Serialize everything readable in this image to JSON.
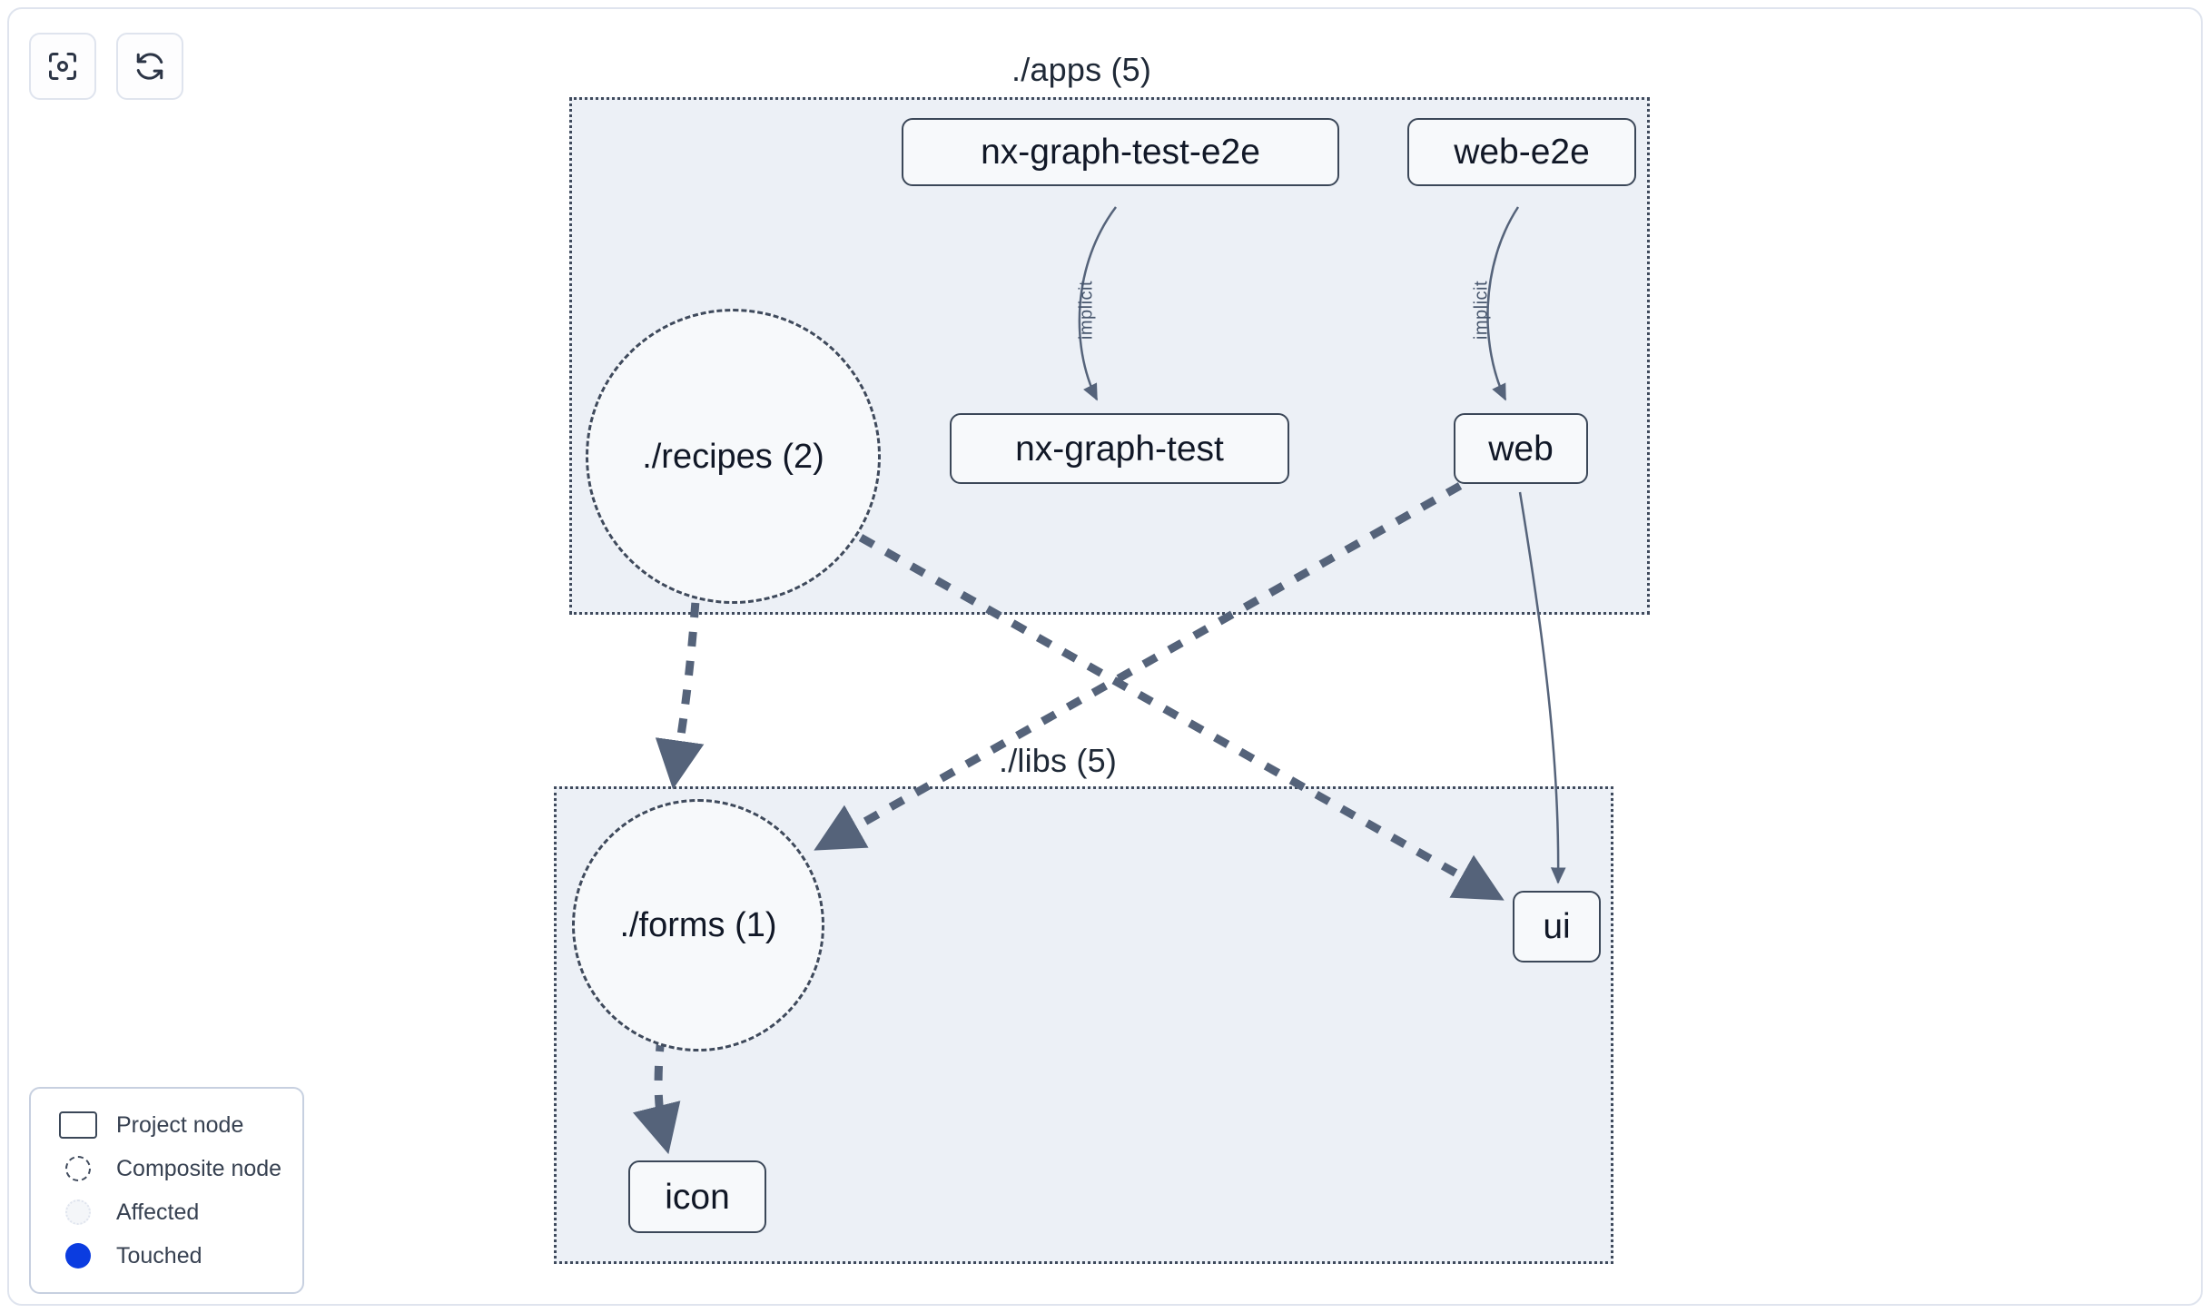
{
  "toolbar": {
    "buttons": [
      {
        "name": "focus-graph-button",
        "icon": "focus-target-icon",
        "label": ""
      },
      {
        "name": "refresh-graph-button",
        "icon": "refresh-icon",
        "label": ""
      }
    ]
  },
  "graph": {
    "groups": [
      {
        "id": "apps",
        "label": "./apps (5)"
      },
      {
        "id": "libs",
        "label": "./libs (5)"
      }
    ],
    "project_nodes": [
      {
        "id": "nx-graph-test-e2e",
        "label": "nx-graph-test-e2e",
        "group": "apps"
      },
      {
        "id": "web-e2e",
        "label": "web-e2e",
        "group": "apps"
      },
      {
        "id": "nx-graph-test",
        "label": "nx-graph-test",
        "group": "apps"
      },
      {
        "id": "web",
        "label": "web",
        "group": "apps"
      },
      {
        "id": "ui",
        "label": "ui",
        "group": "libs"
      },
      {
        "id": "icon",
        "label": "icon",
        "group": "libs"
      }
    ],
    "composite_nodes": [
      {
        "id": "recipes",
        "label": "./recipes (2)",
        "group": "apps"
      },
      {
        "id": "forms",
        "label": "./forms (1)",
        "group": "libs"
      }
    ],
    "edges": [
      {
        "from": "nx-graph-test-e2e",
        "to": "nx-graph-test",
        "label": "implicit",
        "style": "solid"
      },
      {
        "from": "web-e2e",
        "to": "web",
        "label": "implicit",
        "style": "solid"
      },
      {
        "from": "web",
        "to": "ui",
        "label": "",
        "style": "solid"
      },
      {
        "from": "recipes",
        "to": "forms",
        "label": "",
        "style": "dashed"
      },
      {
        "from": "recipes",
        "to": "ui",
        "label": "",
        "style": "dashed"
      },
      {
        "from": "web",
        "to": "forms",
        "label": "",
        "style": "dashed"
      },
      {
        "from": "forms",
        "to": "icon",
        "label": "",
        "style": "dashed"
      }
    ]
  },
  "legend": {
    "items": [
      {
        "swatch": "project-node-swatch",
        "label": "Project node"
      },
      {
        "swatch": "composite-node-swatch",
        "label": "Composite node"
      },
      {
        "swatch": "affected-swatch",
        "label": "Affected"
      },
      {
        "swatch": "touched-swatch",
        "label": "Touched"
      }
    ]
  },
  "colors": {
    "group_fill": "#ecf0f6",
    "group_border": "#3f4a5c",
    "node_fill": "#f7f9fb",
    "node_border": "#3b4758",
    "edge": "#55637a",
    "touched": "#0b3ce0",
    "canvas": "#ffffff"
  }
}
